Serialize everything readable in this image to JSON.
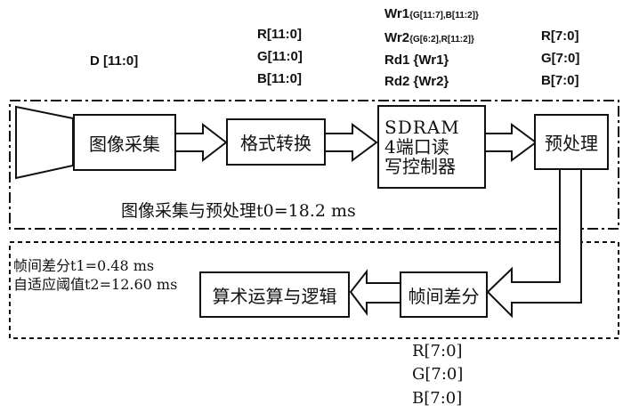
{
  "labels": {
    "d_bus": "D [11:0]",
    "rgb12": [
      "R[11:0]",
      "G[11:0]",
      "B[11:0]"
    ],
    "sdram_ports": {
      "wr1_prefix": "Wr1",
      "wr1_detail": "{G[11:7],B[11:2]}",
      "wr2_prefix": "Wr2",
      "wr2_detail": "{G[6:2],R[11:2]}",
      "rd1": "Rd1 {Wr1}",
      "rd2": "Rd2 {Wr2}"
    },
    "rgb8_top": [
      "R[7:0]",
      "G[7:0]",
      "B[7:0]"
    ],
    "rgb8_bottom": [
      "R[7:0]",
      "G[7:0]",
      "B[7:0]"
    ]
  },
  "blocks": {
    "capture": "图像采集",
    "format": "格式转换",
    "sdram": [
      "SDRAM",
      "4端口读",
      "写控制器"
    ],
    "preprocess": "预处理",
    "frame_diff": "帧间差分",
    "arith": "算术运算与逻辑"
  },
  "regions": {
    "top_caption": "图像采集与预处理t0=18.2 ms",
    "bottom_caption_1": "帧间差分t1=0.48 ms",
    "bottom_caption_2": "自适应阈值t2=12.60 ms"
  }
}
